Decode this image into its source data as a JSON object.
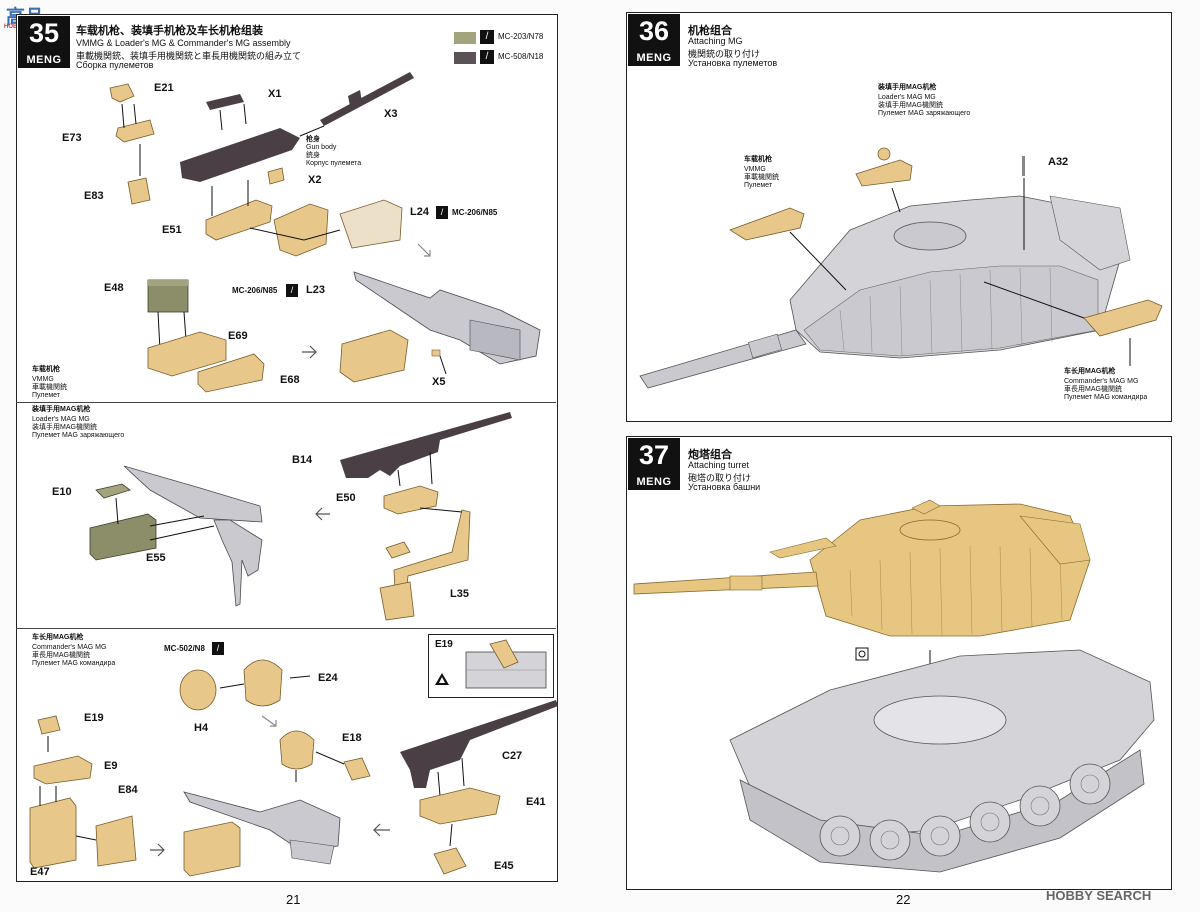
{
  "watermark_top": "高品",
  "watermark_bottom": "HOBBYSEARCH",
  "footer_watermark": "HOBBY SEARCH",
  "left_page": {
    "step_number": "35",
    "brand": "MENG",
    "title_zh": "车载机枪、装填手机枪及车长机枪组装",
    "title_en": "VMMG & Loader's MG & Commander's MG assembly",
    "title_jp": "車載機関銃、装填手用機関銃と車長用機関銃の組み立て",
    "title_ru": "Сборка пулеметов",
    "paint_legend": [
      {
        "code": "MC-203/N78",
        "color": "#a3a47e"
      },
      {
        "code": "MC-508/N18",
        "color": "#5a5256"
      }
    ],
    "section1": {
      "labels": [
        "E21",
        "X1",
        "X3",
        "E73",
        "X2",
        "E83",
        "L24",
        "E51",
        "E48",
        "L23",
        "E69",
        "E68",
        "X5"
      ],
      "gun_body_zh": "枪身",
      "gun_body_en": "Gun body",
      "gun_body_jp": "銃身",
      "gun_body_ru": "Корпус пулемета",
      "paint_l24": "MC-206/N85",
      "paint_l23": "MC-206/N85",
      "caption_zh": "车载机枪",
      "caption_en": "VMMG",
      "caption_jp": "車載機関銃",
      "caption_ru": "Пулемет"
    },
    "section2": {
      "caption_zh": "装填手用MAG机枪",
      "caption_en": "Loader's MAG MG",
      "caption_jp": "装填手用MAG機関銃",
      "caption_ru": "Пулемет MAG заряжающего",
      "labels": [
        "B14",
        "E10",
        "E50",
        "E55",
        "L35"
      ]
    },
    "section3": {
      "caption_zh": "车长用MAG机枪",
      "caption_en": "Commander's MAG MG",
      "caption_jp": "車長用MAG機関銃",
      "caption_ru": "Пулемет MAG командира",
      "paint": "MC-502/N8",
      "labels": [
        "E24",
        "H4",
        "E19",
        "E18",
        "E9",
        "C27",
        "E84",
        "E41",
        "E47",
        "E45"
      ],
      "inset_label": "E19"
    },
    "page_number": "21"
  },
  "right_page": {
    "step36": {
      "number": "36",
      "brand": "MENG",
      "title_zh": "机枪组合",
      "title_en": "Attaching MG",
      "title_jp": "機関銃の取り付け",
      "title_ru": "Установка пулеметов",
      "loader_zh": "装填手用MAG机枪",
      "loader_en": "Loader's MAG MG",
      "loader_jp": "装填手用MAG機関銃",
      "loader_ru": "Пулемет MAG заряжающего",
      "vmmg_zh": "车载机枪",
      "vmmg_en": "VMMG",
      "vmmg_jp": "車載機関銃",
      "vmmg_ru": "Пулемет",
      "part": "A32",
      "cmd_zh": "车长用MAG机枪",
      "cmd_en": "Commander's MAG MG",
      "cmd_jp": "車長用MAG機関銃",
      "cmd_ru": "Пулемет MAG командира"
    },
    "step37": {
      "number": "37",
      "brand": "MENG",
      "title_zh": "炮塔组合",
      "title_en": "Attaching turret",
      "title_jp": "砲塔の取り付け",
      "title_ru": "Установка башни"
    },
    "page_number": "22"
  },
  "colors": {
    "tan": "#e8c88a",
    "tan_dark": "#c79a52",
    "grey_part": "#c9c9cf",
    "dark_gun": "#4a3f44",
    "olive": "#8c8e6a",
    "olive_light": "#a3a47e",
    "turret_tan": "#e6c680",
    "hull_grey": "#d4d4d8"
  }
}
